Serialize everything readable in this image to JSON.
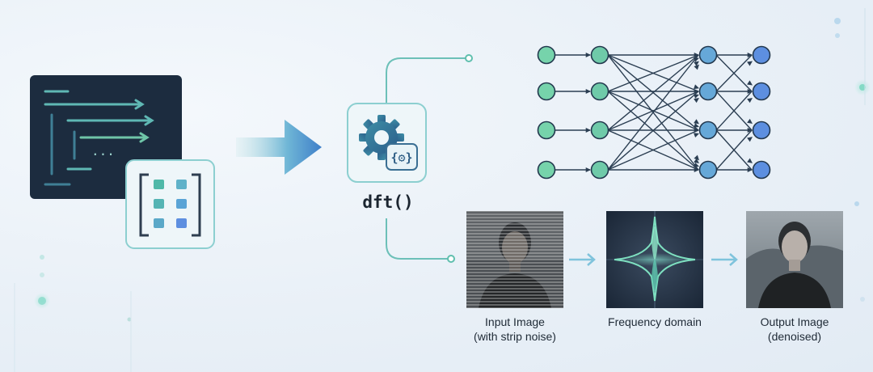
{
  "function_label": "dft()",
  "code_ellipsis": "...",
  "images": {
    "input": {
      "line1": "Input Image",
      "line2": "(with strip noise)"
    },
    "frequency": {
      "line1": "Frequency domain"
    },
    "output": {
      "line1": "Output Image",
      "line2": "(denoised)"
    }
  },
  "network": {
    "layers": [
      4,
      4,
      4,
      4
    ]
  },
  "colors": {
    "code_panel": "#1c2c3f",
    "accent_teal": "#4fb8a8",
    "accent_blue": "#4a86d8",
    "node_green": "#6fcfa8",
    "node_blue": "#5d8fe0",
    "line": "#2b3e52"
  },
  "icons": [
    "code-window-icon",
    "matrix-brackets-icon",
    "gear-code-icon",
    "arrow-right-icon"
  ]
}
